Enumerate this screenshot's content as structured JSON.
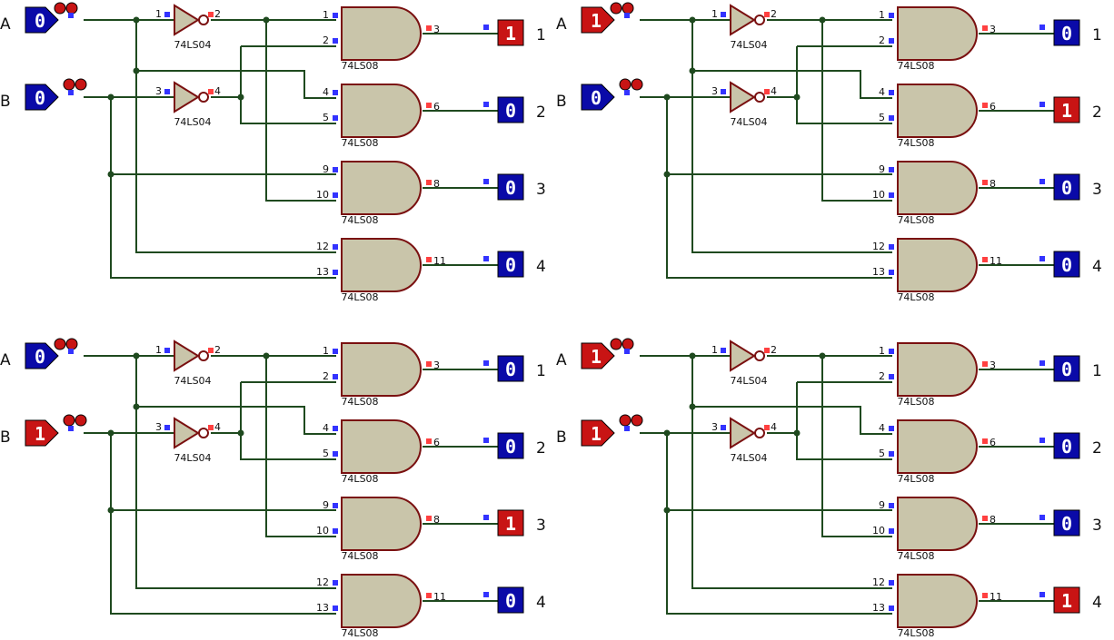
{
  "colors": {
    "wire": "#1f4a1f",
    "gate_fill": "#c9c5aa",
    "gate_stroke": "#7a1010",
    "low": "#0a0aa8",
    "high": "#c81414",
    "pin_in": "#3333ff",
    "pin_out": "#ff4040"
  },
  "labels": {
    "inverter": "74LS04",
    "and_gate": "74LS08",
    "input_a": "A",
    "input_b": "B"
  },
  "decoders": [
    {
      "a": "0",
      "b": "0",
      "outputs": [
        {
          "value": "1",
          "label": "1"
        },
        {
          "value": "0",
          "label": "2"
        },
        {
          "value": "0",
          "label": "3"
        },
        {
          "value": "0",
          "label": "4"
        }
      ]
    },
    {
      "a": "1",
      "b": "0",
      "outputs": [
        {
          "value": "0",
          "label": "1"
        },
        {
          "value": "1",
          "label": "2"
        },
        {
          "value": "0",
          "label": "3"
        },
        {
          "value": "0",
          "label": "4"
        }
      ]
    },
    {
      "a": "0",
      "b": "1",
      "outputs": [
        {
          "value": "0",
          "label": "1"
        },
        {
          "value": "0",
          "label": "2"
        },
        {
          "value": "1",
          "label": "3"
        },
        {
          "value": "0",
          "label": "4"
        }
      ]
    },
    {
      "a": "1",
      "b": "1",
      "outputs": [
        {
          "value": "0",
          "label": "1"
        },
        {
          "value": "0",
          "label": "2"
        },
        {
          "value": "0",
          "label": "3"
        },
        {
          "value": "1",
          "label": "4"
        }
      ]
    }
  ],
  "pins": {
    "not_a": [
      "1",
      "2"
    ],
    "not_b": [
      "3",
      "4"
    ],
    "and_gates": [
      {
        "in1": "1",
        "in2": "2",
        "out": "3"
      },
      {
        "in1": "4",
        "in2": "5",
        "out": "6"
      },
      {
        "in1": "9",
        "in2": "10",
        "out": "8"
      },
      {
        "in1": "12",
        "in2": "13",
        "out": "11"
      }
    ]
  }
}
